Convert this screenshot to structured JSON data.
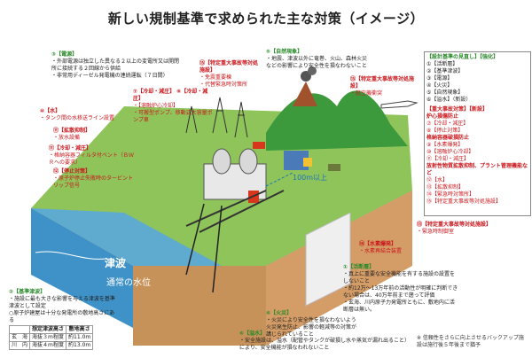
{
  "title": "新しい規制基準で求められた主な対策（イメージ）",
  "colors": {
    "green": "#2a8a2a",
    "red": "#c8171c",
    "sea": "#3f92c8",
    "land": "#7bb94a"
  },
  "notes": {
    "power": {
      "head": "③【電源】",
      "lines": [
        "外部電源は独立した異なる２以上の変電所又は開閉所に接続する２回線から供給",
        "非常用ディーゼル発電機の連続運転（７日間）"
      ],
      "color": "green"
    },
    "cooling": {
      "head": "⑦【冷却・減圧】 ⑧【冷却・減圧】",
      "lines": [
        "【溶融炉心冷却】",
        "可搬型ポンプ、移動式大容量ポンプ車"
      ],
      "color": "red"
    },
    "spread": {
      "head": "⑮【特定重大事故等対処施設】",
      "lines": [
        "免震重要棟",
        "代替緊急時対策所"
      ],
      "color": "red"
    },
    "nature": {
      "head": "⑤【自然現象】",
      "lines": [
        "地震、津波以外に竜巻、火山、森林火災などの影響により安全性を損なわないこと"
      ],
      "color": "green"
    },
    "aircraft": {
      "head": "⑮【特定重大事故等対処施設】",
      "lines": [
        "航空機衝突"
      ],
      "color": "red"
    },
    "water": {
      "head": "⑩【水】",
      "lines": [
        "タンク間の水移送ライン設置"
      ],
      "color": "red"
    },
    "dispersal": {
      "head": "⑪【拡散抑制】",
      "lines": [
        "放水設備"
      ],
      "color": "red"
    },
    "vent": {
      "head": "⑪【冷却・減圧】",
      "lines": [
        "格納容器フィルタ付ベント（ＢＷＲへの要求）"
      ],
      "color": "red"
    },
    "stop": {
      "head": "⑫【停止対策】",
      "lines": [
        "原子炉停止失敗時のタービントリップ信号"
      ],
      "color": "red"
    },
    "offsite": {
      "head": "⑬【特定重大事故等対処施設】",
      "lines": [
        "緊急時制御室"
      ],
      "color": "red"
    },
    "supply": {
      "head": "⑭【水素爆発】",
      "lines": [
        "水素再結合装置"
      ],
      "color": "red"
    },
    "fault": {
      "head": "①【活断層】",
      "lines": [
        "真上に重要な安全機能を有する施設の設置をしないこと",
        "約12万〜13万年前の活動性が明確に判断できない場合は、40万年前まで遡って評価",
        "玄海、川内原子力発電所ともに、敷地内に活断層は無い。"
      ],
      "color": "green"
    },
    "fire": {
      "head": "④【火災】",
      "lines": [
        "火災により安全性を損なわないよう火災発生防止、影響の軽減等の対策が講じられていること"
      ],
      "color": "green"
    },
    "flood": {
      "head": "⑥【溢水】",
      "lines": [
        "安全施設は、溢水（配管やタンクが破損し水や蒸気が漏れ出ること）により、安全機能が損なわれないこと"
      ],
      "color": "green"
    },
    "tsunami": {
      "head": "②【基準津波】",
      "lines": [
        "施設に最も大きな影響を与える津波を基準津波として設定"
      ],
      "color": "green"
    }
  },
  "tsunami_table": {
    "caption": "○原子炉建屋は十分な発電所の敷地高さにある",
    "headers": [
      "",
      "想定津波高さ",
      "敷地高さ"
    ],
    "rows": [
      [
        "玄　海",
        "海抜３m程度",
        "約11.0m"
      ],
      [
        "川　内",
        "海抜４m程度",
        "約13.0m"
      ]
    ]
  },
  "right_box": {
    "g1_head": "【設計基準の見直し】【強化】",
    "g1": [
      "①【活断層】",
      "②【基準津波】",
      "③【電源】",
      "④【火災】",
      "⑤【自然現象】",
      "⑥【溢水】（新設）"
    ],
    "g2_head": "【重大事故対策】【新設】",
    "g2a_head": "炉心損傷防止",
    "g2a": [
      "⑦【冷却・減圧】",
      "⑧【停止対策】"
    ],
    "g2b_head": "格納容器破損防止",
    "g2b": [
      "⑨【水素爆発】",
      "⑩【溶融炉心冷却】",
      "⑪【冷却・減圧】"
    ],
    "g2c_head": "放射性物質拡散抑制、プラント管理機能など",
    "g2c": [
      "⑫【水】",
      "⑬【拡散抑制】",
      "⑭【緊急時対策所】",
      "⑮【特定重大事故等対処施設】"
    ]
  },
  "scene_labels": {
    "tsunami": "津波",
    "sea_level": "通常の水位",
    "elevation": "100m以上"
  },
  "footnote": "※ 信頼性をさらに向上させるバックアップ施設は施行後５年後まで猶予"
}
